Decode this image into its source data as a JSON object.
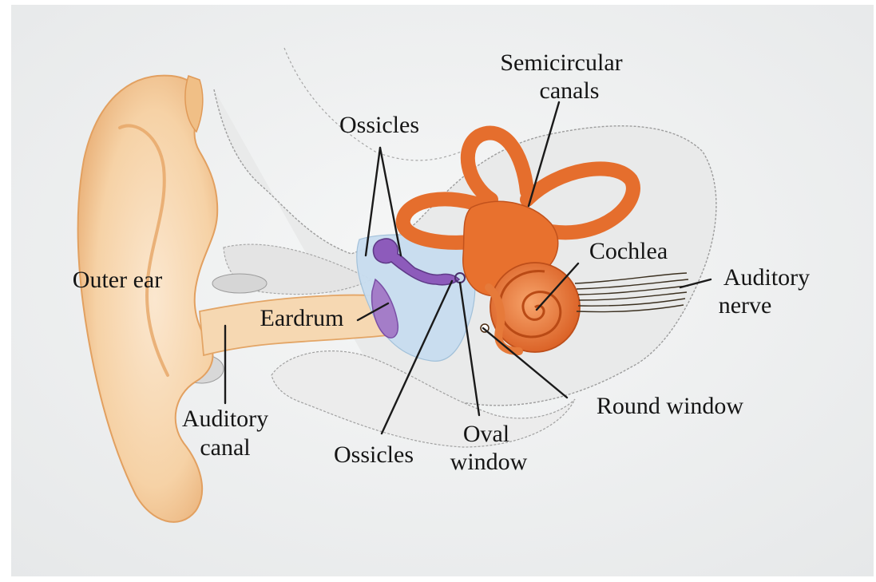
{
  "diagram": {
    "labels": {
      "semicircular_canals_1": "Semicircular",
      "semicircular_canals_2": "canals",
      "ossicles_top": "Ossicles",
      "cochlea": "Cochlea",
      "auditory_nerve_1": "Auditory",
      "auditory_nerve_2": "nerve",
      "outer_ear": "Outer ear",
      "eardrum": "Eardrum",
      "round_window": "Round window",
      "auditory_canal_1": "Auditory",
      "auditory_canal_2": "canal",
      "ossicles_bottom": "Ossicles",
      "oval_window_1": "Oval",
      "oval_window_2": "window"
    },
    "colors": {
      "paper": "#eef0f1",
      "outer_ear": "#f3c995",
      "outer_ear_edge": "#e7a766",
      "inner_ear": "#e9712f",
      "inner_ear_dark": "#c2521c",
      "ossicles": "#8b56b8",
      "middle_ear": "#c9def1",
      "bone_outline": "#9a9a9a"
    }
  }
}
